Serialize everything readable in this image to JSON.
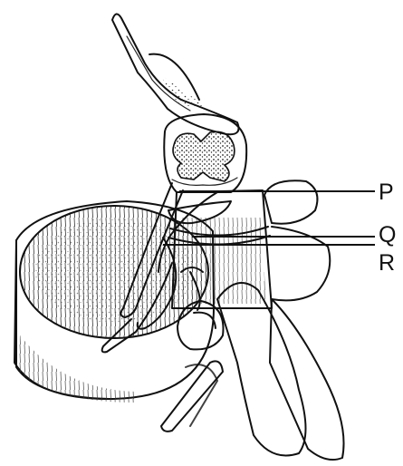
{
  "diagram": {
    "labels": [
      {
        "id": "P",
        "text": "P"
      },
      {
        "id": "Q",
        "text": "Q"
      },
      {
        "id": "R",
        "text": "R"
      }
    ]
  }
}
